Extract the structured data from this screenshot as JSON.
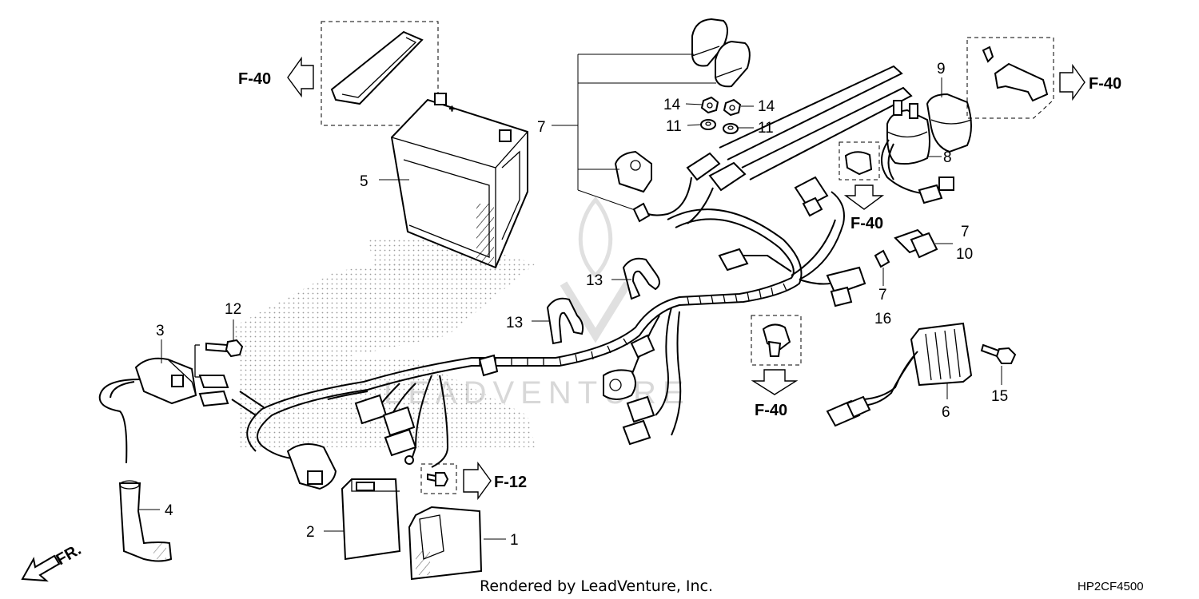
{
  "callouts": {
    "c1": "1",
    "c2": "2",
    "c3": "3",
    "c4": "4",
    "c5": "5",
    "c6": "6",
    "c7a": "7",
    "c7b": "7",
    "c7c": "7",
    "c8": "8",
    "c9": "9",
    "c10": "10",
    "c11a": "11",
    "c11b": "11",
    "c12": "12",
    "c13a": "13",
    "c13b": "13",
    "c14a": "14",
    "c14b": "14",
    "c15": "15",
    "c16": "16"
  },
  "references": {
    "battery_band": "F-40",
    "bracket_top_right": "F-40",
    "clamp_mid": "F-40",
    "clip_lower": "F-40",
    "bolt_lower": "F-12"
  },
  "direction_label": "FR.",
  "watermark": "LEADVENTURE",
  "footer": {
    "credit": "Rendered by LeadVenture, Inc.",
    "diagram_code": "HP2CF4500"
  }
}
